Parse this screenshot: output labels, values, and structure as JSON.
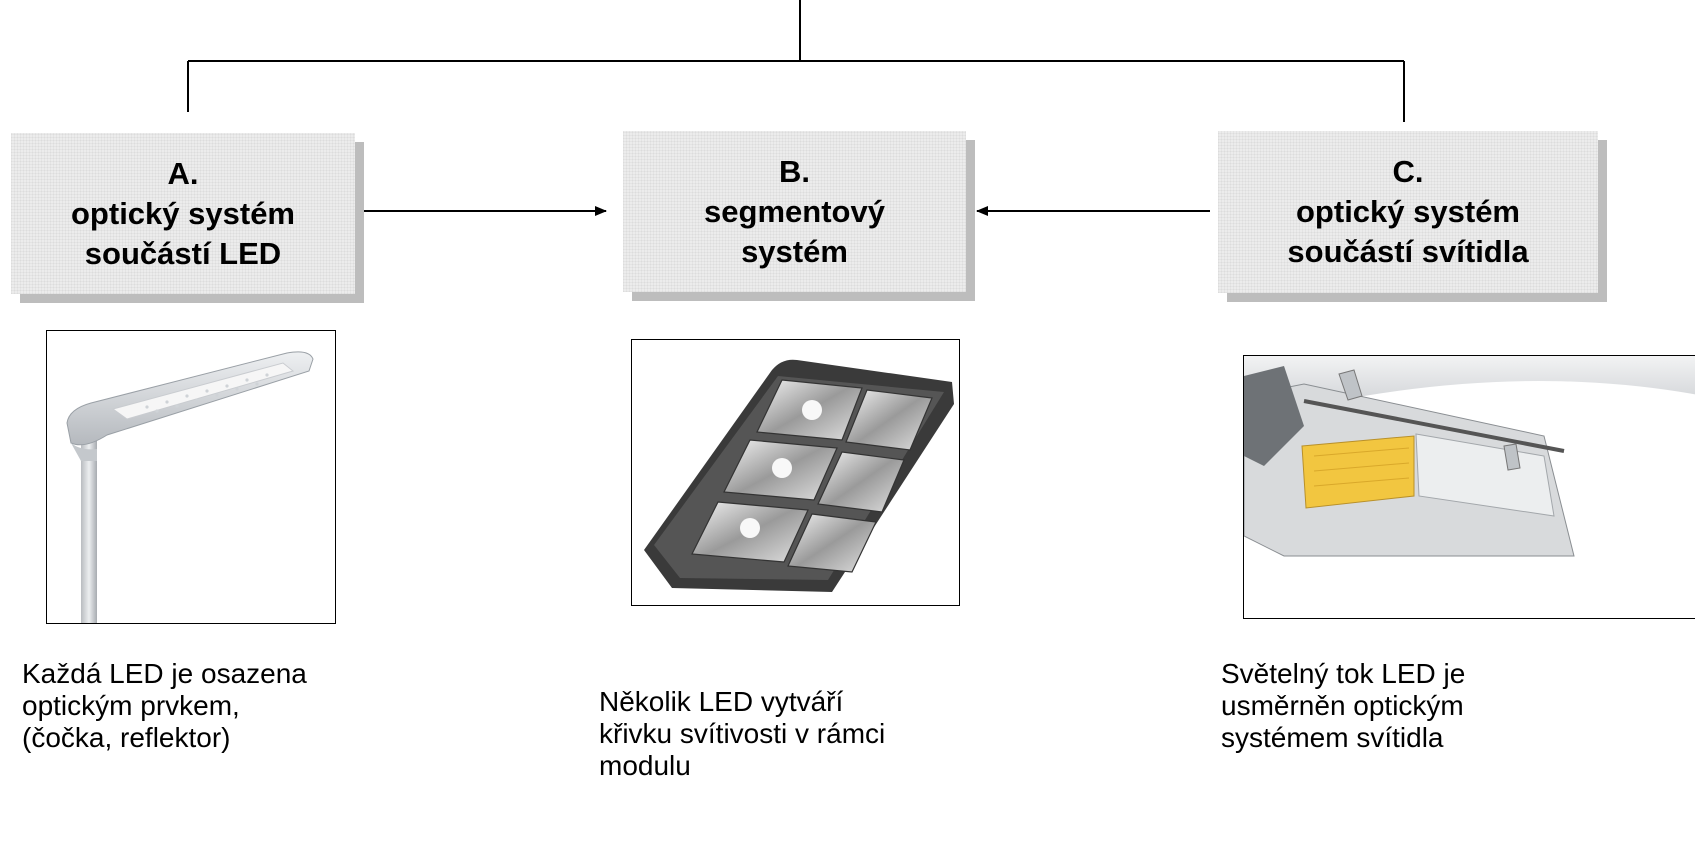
{
  "boxes": {
    "a": {
      "letter": "A.",
      "line1": "optický systém",
      "line2": "součástí LED"
    },
    "b": {
      "letter": "B.",
      "line1": "segmentový",
      "line2": "systém"
    },
    "c": {
      "letter": "C.",
      "line1": "optický systém",
      "line2": "součástí svítidla"
    }
  },
  "captions": {
    "a": [
      "Každá LED je osazena",
      "optickým prvkem,",
      "(čočka, reflektor)"
    ],
    "b": [
      "Několik LED vytváří",
      "křivku svítivosti v rámci",
      "modulu"
    ],
    "c": [
      "Světelný tok LED je",
      "usměrněn optickým",
      "systémem svítidla"
    ]
  },
  "images": {
    "a": "street-lamp-photo",
    "b": "led-lens-module-photo",
    "c": "luminaire-optic-photo"
  },
  "colors": {
    "box_fill": "#ececec",
    "box_shadow": "#bdbdbd",
    "line": "#000000"
  }
}
